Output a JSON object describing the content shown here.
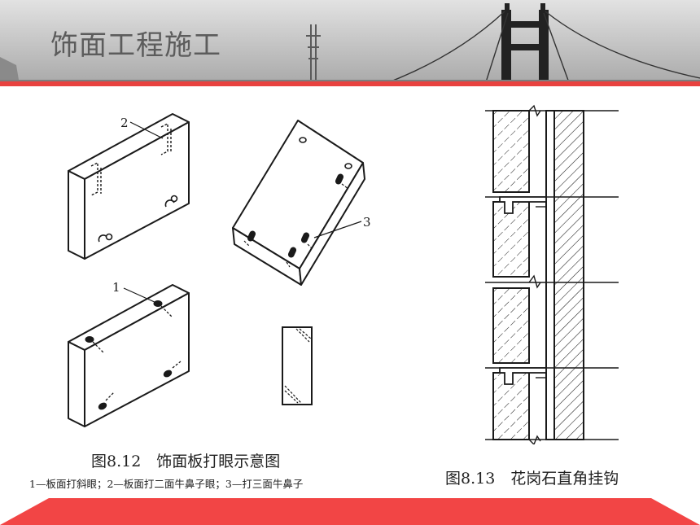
{
  "slide": {
    "title": "饰面工程施工"
  },
  "figure_8_12": {
    "caption": "图8.12　饰面板打眼示意图",
    "legend": "1—板面打斜眼；2—板面打二面牛鼻子眼；3—打三面牛鼻子",
    "callouts": [
      "1",
      "2",
      "3"
    ]
  },
  "figure_8_13": {
    "caption": "图8.13　花岗石直角挂钩"
  },
  "colors": {
    "accent": "#e8423f",
    "header_text": "#5c5c5c",
    "line": "#1a1a1a"
  }
}
